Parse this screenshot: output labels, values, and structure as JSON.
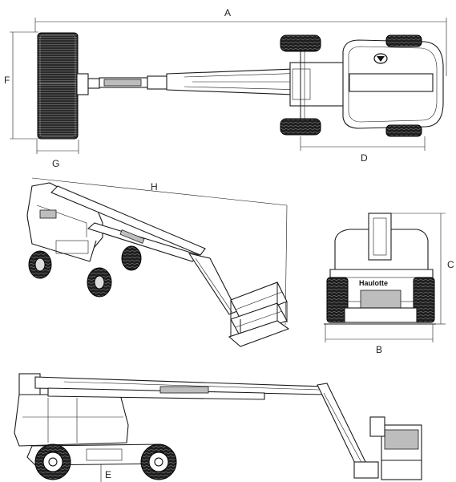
{
  "dimensions": {
    "A": "A",
    "B": "B",
    "C": "C",
    "D": "D",
    "E": "E",
    "F": "F",
    "G": "G",
    "H": "H"
  },
  "brand_mark": "Haulotte",
  "icons": {
    "logo": "haulotte-logo-icon"
  }
}
